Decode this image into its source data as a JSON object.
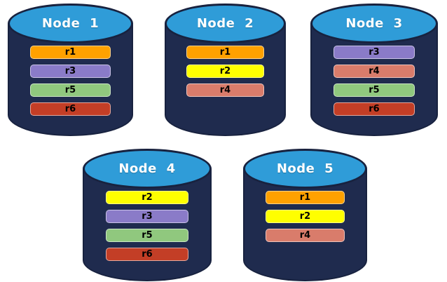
{
  "colors": {
    "background": "#FFFFFF",
    "cylinder_body": "#1F2B4E",
    "cylinder_top": "#2F9CD8",
    "cylinder_outline": "#18223F",
    "title_text": "#FFFFFF",
    "bar_text": "#000000",
    "replicas": {
      "r1": "#FFA100",
      "r2": "#FFFF00",
      "r3": "#8A7BC8",
      "r4": "#D97C6B",
      "r5": "#90C87E",
      "r6": "#C33E26"
    }
  },
  "nodes": [
    {
      "label": "Node 1",
      "replicas": [
        "r1",
        "r3",
        "r5",
        "r6"
      ]
    },
    {
      "label": "Node 2",
      "replicas": [
        "r1",
        "r2",
        "r4"
      ]
    },
    {
      "label": "Node 3",
      "replicas": [
        "r3",
        "r4",
        "r5",
        "r6"
      ]
    },
    {
      "label": "Node 4",
      "replicas": [
        "r2",
        "r3",
        "r5",
        "r6"
      ]
    },
    {
      "label": "Node 5",
      "replicas": [
        "r1",
        "r2",
        "r4"
      ]
    }
  ]
}
